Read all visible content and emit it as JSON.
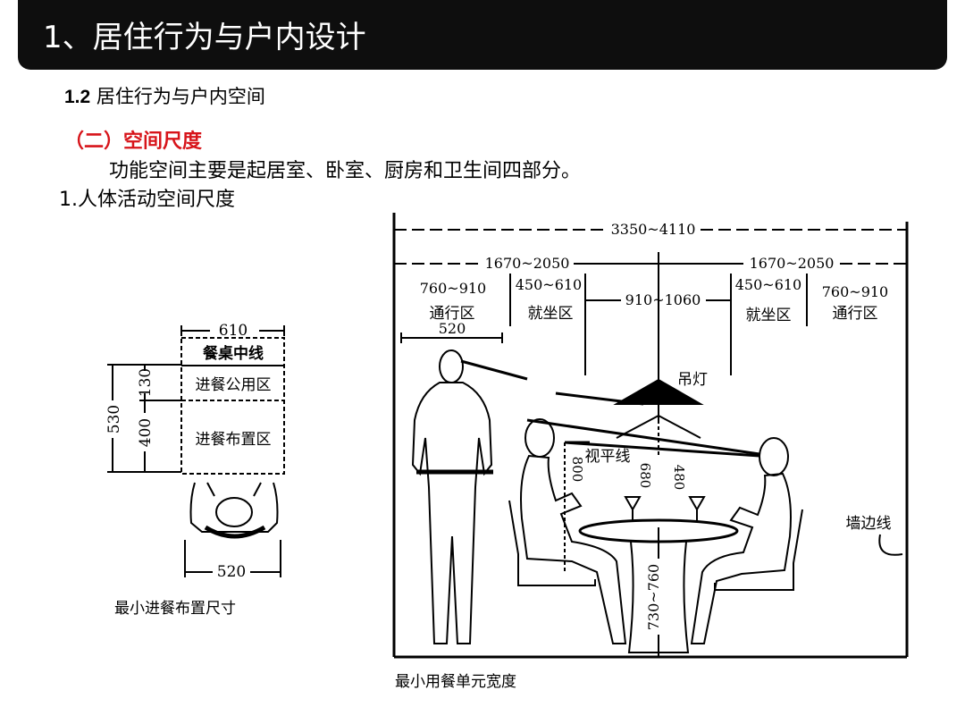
{
  "header": {
    "title": "1、居住行为与户内设计"
  },
  "subsection": {
    "number": "1.2",
    "text": "居住行为与户内空间"
  },
  "heading": "（二）空间尺度",
  "intro": "功能空间主要是起居室、卧室、厨房和卫生间四部分。",
  "item": "1.人体活动空间尺度",
  "left_figure": {
    "caption": "最小进餐布置尺寸",
    "labels": {
      "w610": "610",
      "center_line": "餐桌中线",
      "public_zone": "进餐公用区",
      "layout_zone": "进餐布置区",
      "h530": "530",
      "h130": "130",
      "h400": "400",
      "w520": "520"
    }
  },
  "right_figure": {
    "caption": "最小用餐单元宽度",
    "labels": {
      "total": "3350~4110",
      "half_left": "1670~2050",
      "half_right": "1670~2050",
      "walk_left": "760~910",
      "walk_left_name": "通行区",
      "seat_left": "450~610",
      "seat_left_name": "就坐区",
      "middle": "910~1060",
      "seat_right": "450~610",
      "seat_right_name": "就坐区",
      "walk_right": "760~910",
      "walk_right_name": "通行区",
      "w520": "520",
      "lamp": "吊灯",
      "sightline": "视平线",
      "h800": "800",
      "h680": "680",
      "h480": "480",
      "table_h": "730~760",
      "wall": "墙边线"
    }
  }
}
